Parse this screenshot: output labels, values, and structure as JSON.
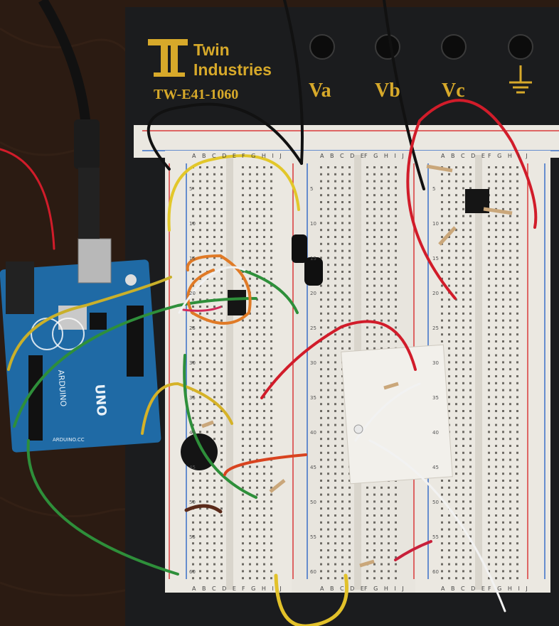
{
  "board": {
    "brand_line1": "Twin",
    "brand_line2": "Industries",
    "model": "TW-E41-1060",
    "terminals": [
      "Va",
      "Vb",
      "Vc"
    ]
  },
  "breadboard": {
    "column_letters_left": "A B C D E",
    "column_letters_right": "F G H I J",
    "row_numbers": [
      "5",
      "10",
      "15",
      "20",
      "25",
      "30",
      "35",
      "40",
      "45",
      "50",
      "55",
      "60"
    ]
  },
  "arduino": {
    "brand": "ARDUINO",
    "model": "UNO",
    "site": "ARDUINO.CC"
  },
  "colors": {
    "table": "#2a1a12",
    "panel": "#1b1c1e",
    "breadboard": "#e9e6df",
    "rail_red": "#d93a3a",
    "rail_blue": "#3b6fc7",
    "arduino_blue": "#1f6aa5",
    "label_gold": "#d7a92a"
  }
}
